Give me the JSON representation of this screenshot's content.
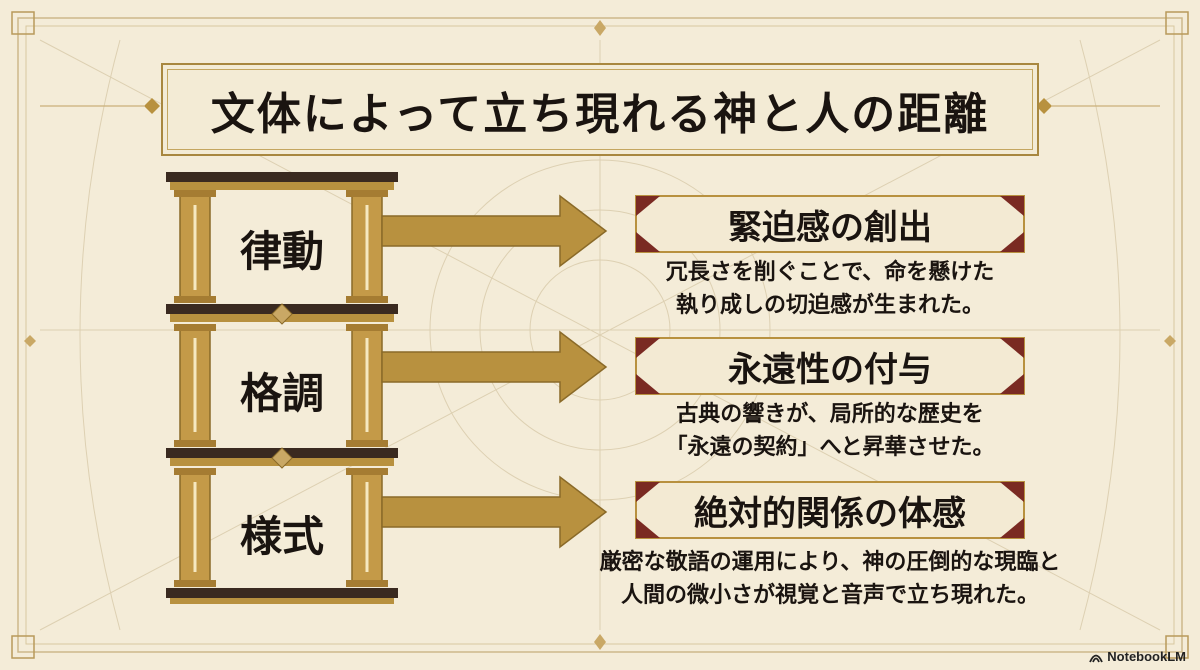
{
  "title": "文体によって立ち現れる神と人の距離",
  "rows": [
    {
      "pillar_label": "律動",
      "result_title": "緊迫感の創出",
      "description_lines": [
        "冗長さを削ぐことで、命を懸けた",
        "執り成しの切迫感が生まれた。"
      ]
    },
    {
      "pillar_label": "格調",
      "result_title": "永遠性の付与",
      "description_lines": [
        "古典の響きが、局所的な歴史を",
        "「永遠の契約」へと昇華させた。"
      ]
    },
    {
      "pillar_label": "様式",
      "result_title": "絶対的関係の体感",
      "description_lines": [
        "厳密な敬語の運用により、神の圧倒的な現臨と",
        "人間の微小さが視覚と音声で立ち現れた。"
      ]
    }
  ],
  "branding": {
    "label": "NotebookLM",
    "icon": "notebooklm-logo-icon"
  },
  "colors": {
    "background": "#f4ecd8",
    "gold": "#b8913f",
    "dark_gold": "#8a6a28",
    "maroon": "#7a2a22",
    "ink": "#1a1410"
  }
}
